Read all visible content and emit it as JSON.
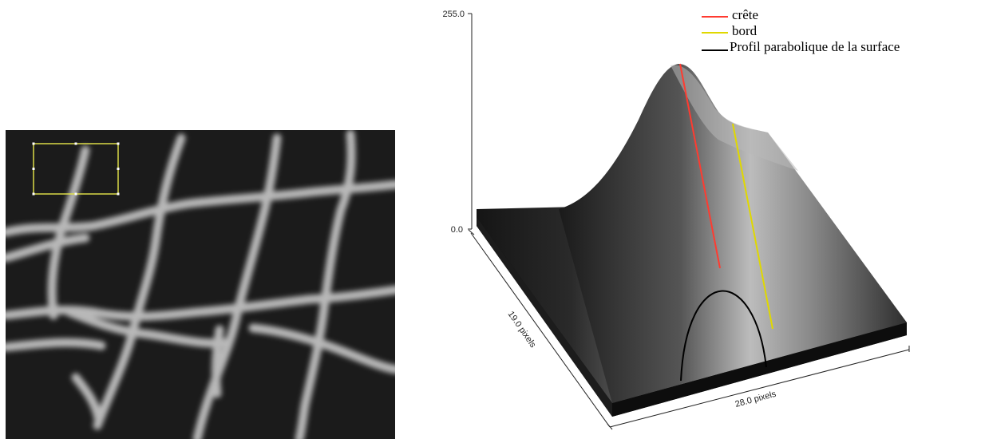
{
  "axes": {
    "z_max_label": "255.0",
    "z_min_label": "0.0",
    "y_axis_label": "19.0 pixels",
    "x_axis_label": "28.0 pixels"
  },
  "legend": {
    "items": [
      {
        "label": "crête",
        "color": "#ff3b30"
      },
      {
        "label": "bord",
        "color": "#e0d800"
      },
      {
        "label": "Profil parabolique de la surface",
        "color": "#000000"
      }
    ]
  },
  "left_image": {
    "selection_color": "#e8e84a",
    "background_color": "#1b1b1b",
    "fiber_color": "#b5b5b5"
  }
}
